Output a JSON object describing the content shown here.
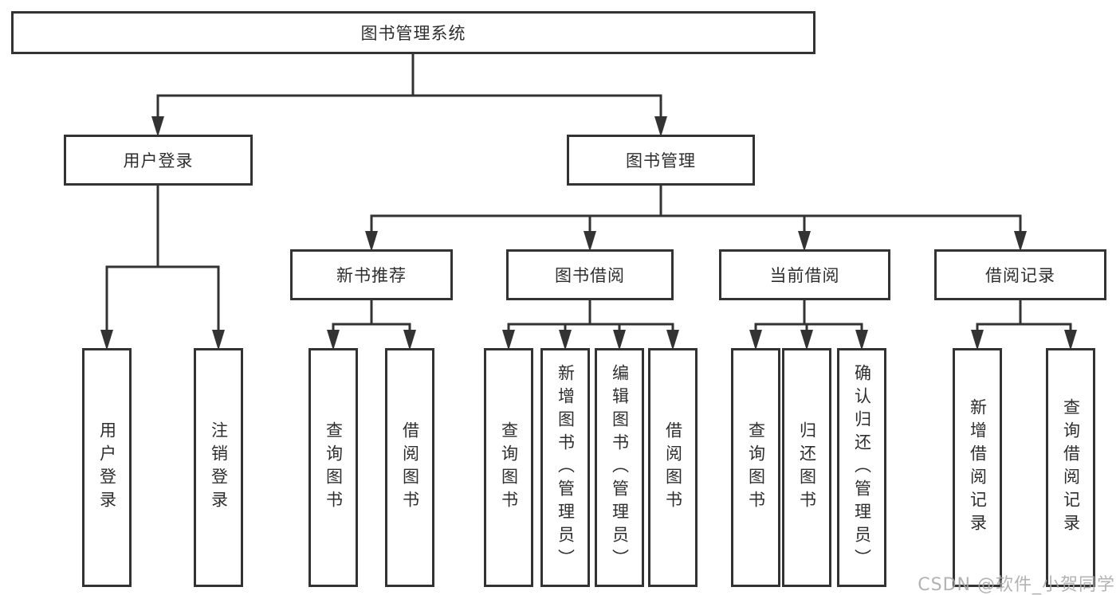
{
  "colors": {
    "line": "#333333",
    "box_fill": "#ffffff",
    "watermark": "#a9a9a9"
  },
  "watermark": "CSDN @软件_小贺同学",
  "diagram": {
    "root": {
      "label": "图书管理系统"
    },
    "children": [
      {
        "label": "用户登录",
        "children": [
          {
            "label": "用户登录"
          },
          {
            "label": "注销登录"
          }
        ]
      },
      {
        "label": "图书管理",
        "children": [
          {
            "label": "新书推荐",
            "children": [
              {
                "label": "查询图书"
              },
              {
                "label": "借阅图书"
              }
            ]
          },
          {
            "label": "图书借阅",
            "children": [
              {
                "label": "查询图书"
              },
              {
                "label": "新增图书（管理员）"
              },
              {
                "label": "编辑图书（管理员）"
              },
              {
                "label": "借阅图书"
              }
            ]
          },
          {
            "label": "当前借阅",
            "children": [
              {
                "label": "查询图书"
              },
              {
                "label": "归还图书"
              },
              {
                "label": "确认归还（管理员）"
              }
            ]
          },
          {
            "label": "借阅记录",
            "children": [
              {
                "label": "新增借阅记录"
              },
              {
                "label": "查询借阅记录"
              }
            ]
          }
        ]
      }
    ]
  }
}
